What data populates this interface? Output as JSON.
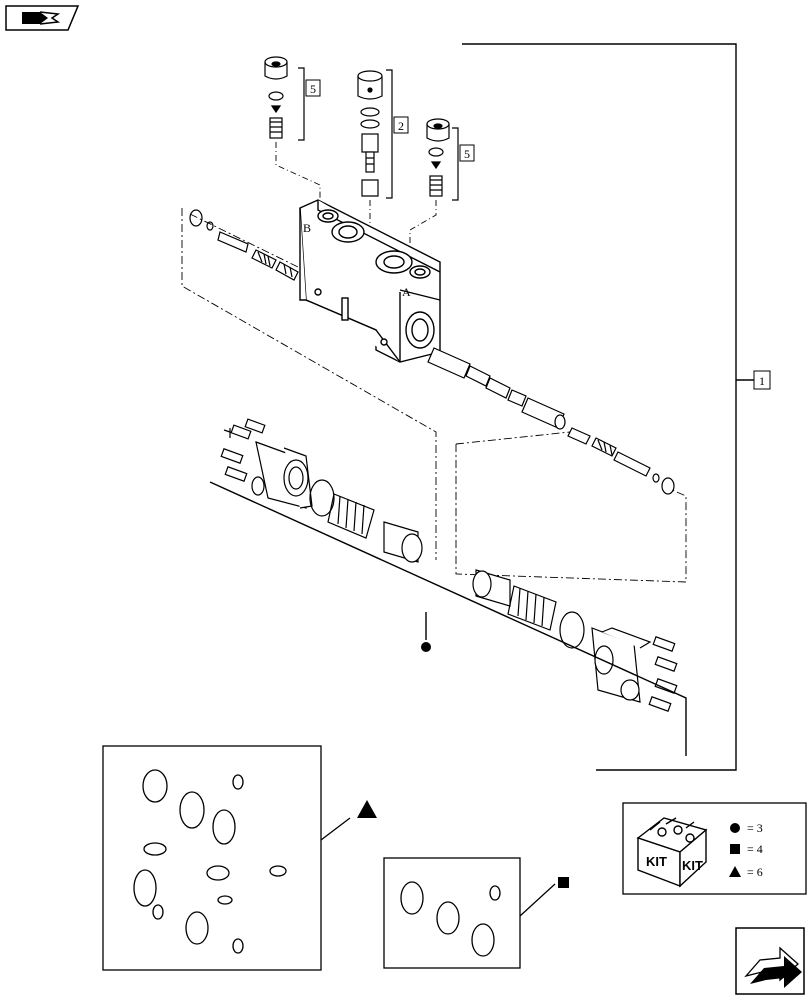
{
  "callouts": {
    "main": "1",
    "relief_center": "2",
    "relief_left": "5",
    "relief_right": "5"
  },
  "block_ports": {
    "port_b": "B",
    "port_a": "A"
  },
  "legend": {
    "kit_label_left": "KIT",
    "kit_label_right": "KIT",
    "rows": [
      {
        "symbol": "circle",
        "text": "= 3"
      },
      {
        "symbol": "square",
        "text": "= 4"
      },
      {
        "symbol": "triangle",
        "text": "= 6"
      }
    ]
  },
  "icons": {
    "top_left": "book-navigation-icon",
    "bottom_right": "next-page-arrow-icon"
  }
}
